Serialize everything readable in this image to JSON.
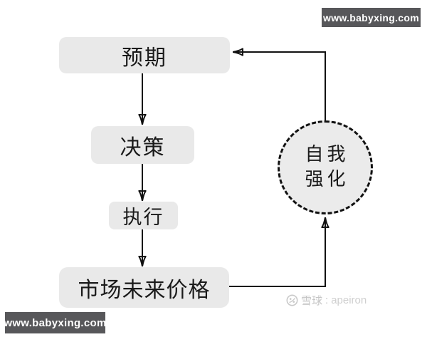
{
  "watermark_bars": {
    "top_right": {
      "text": "www.babyxing.com"
    },
    "bottom_left": {
      "text": "www.babyxing.com"
    },
    "bar_color": "#57575a",
    "text_color": "#ffffff"
  },
  "brand": {
    "name": "雪球",
    "separator": ":",
    "user": "apeiron",
    "icon": "xueqiu-snowball-logo",
    "color": "#c6c6c6"
  },
  "flowchart": {
    "nodes": {
      "expectation": {
        "label": "预期"
      },
      "decision": {
        "label": "决策"
      },
      "execution": {
        "label": "执行"
      },
      "market_future_price": {
        "label": "市场未来价格"
      },
      "self_reinforcement": {
        "line1": "自我",
        "line2": "强化"
      }
    },
    "edges": [
      {
        "from": "expectation",
        "to": "decision"
      },
      {
        "from": "decision",
        "to": "execution"
      },
      {
        "from": "execution",
        "to": "market_future_price"
      },
      {
        "from": "market_future_price",
        "to": "self_reinforcement"
      },
      {
        "from": "self_reinforcement",
        "to": "expectation"
      }
    ],
    "colors": {
      "node_fill": "#e9e9e9",
      "node_text": "#1a1a1a",
      "arrow": "#111111",
      "circle_fill": "#ebebeb",
      "circle_border": "#111111"
    }
  }
}
